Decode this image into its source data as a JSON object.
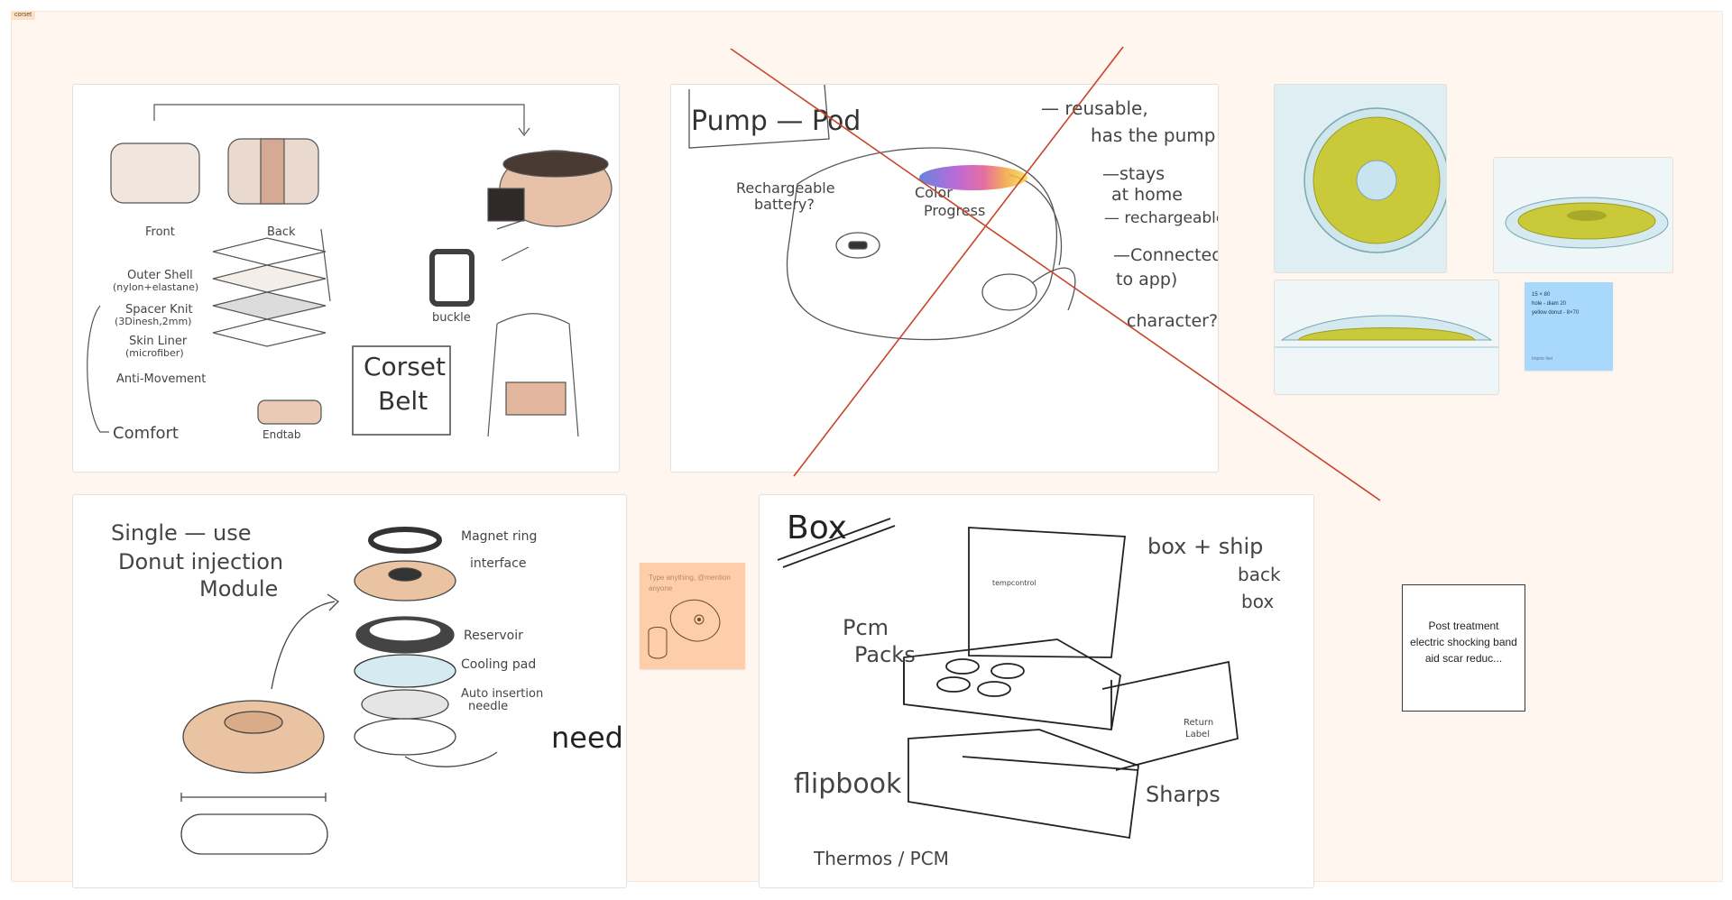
{
  "section": {
    "label": "corset"
  },
  "corset_card": {
    "labels": {
      "front": "Front",
      "back": "Back",
      "outer_shell": "Outer Shell",
      "outer_shell_sub": "(nylon+elastane)",
      "spacer_knit": "Spacer Knit",
      "spacer_knit_sub": "(3Dinesh,2mm)",
      "skin_liner": "Skin Liner",
      "skin_liner_sub": "(microfiber)",
      "anti_movement": "Anti-Movement",
      "comfort": "Comfort",
      "buckle": "buckle",
      "endtab": "Endtab",
      "corset_line1": "Corset",
      "corset_line2": "Belt"
    }
  },
  "pump_card": {
    "labels": {
      "title": "Pump — Pod",
      "battery_line1": "Rechargeable",
      "battery_line2": "battery?",
      "color_line1": "Color",
      "color_line2": "Progress",
      "note1": "— reusable,",
      "note2": "has the pump",
      "note3": "—stays",
      "note4": "at home",
      "note5": "— rechargeable",
      "note6": "—Connected",
      "note7": "to app)",
      "note8": "character?"
    }
  },
  "donut_card": {
    "labels": {
      "title_line1": "Single — use",
      "title_line2": "Donut injection",
      "title_line3": "Module",
      "magnet_ring": "Magnet ring",
      "interface": "interface",
      "reservoir": "Reservoir",
      "cooling_pad": "Cooling pad",
      "auto_insertion": "Auto insertion",
      "needle_small": "needle",
      "needle_big": "needle"
    }
  },
  "box_card": {
    "labels": {
      "title": "Box",
      "pcm_line1": "Pcm",
      "pcm_line2": "Packs",
      "ship_line1": "box + ship",
      "ship_line2": "back",
      "ship_line3": "box",
      "brand": "tempcontrol",
      "flipbook": "flipbook",
      "thermos": "Thermos / PCM",
      "sharps": "Sharps",
      "return_line1": "Return",
      "return_line2": "Label"
    }
  },
  "sticky_orange": {
    "placeholder": "Type anything, @mention anyone"
  },
  "sticky_blue": {
    "line1": "15 × 80",
    "line2": "hole - diam 20",
    "line3": "yellow donut - 8×70",
    "author": "Imprie Ikei"
  },
  "text_card": {
    "text": "Post treatment electric shocking band aid scar reduc..."
  },
  "colors": {
    "canvas": "#fef6ef",
    "section_border": "#f6e7da",
    "strike_red": "#c8442a",
    "donut_yellow": "#c9c93a",
    "sticky_orange": "#fdcea9",
    "sticky_blue": "#a8d8fb"
  }
}
